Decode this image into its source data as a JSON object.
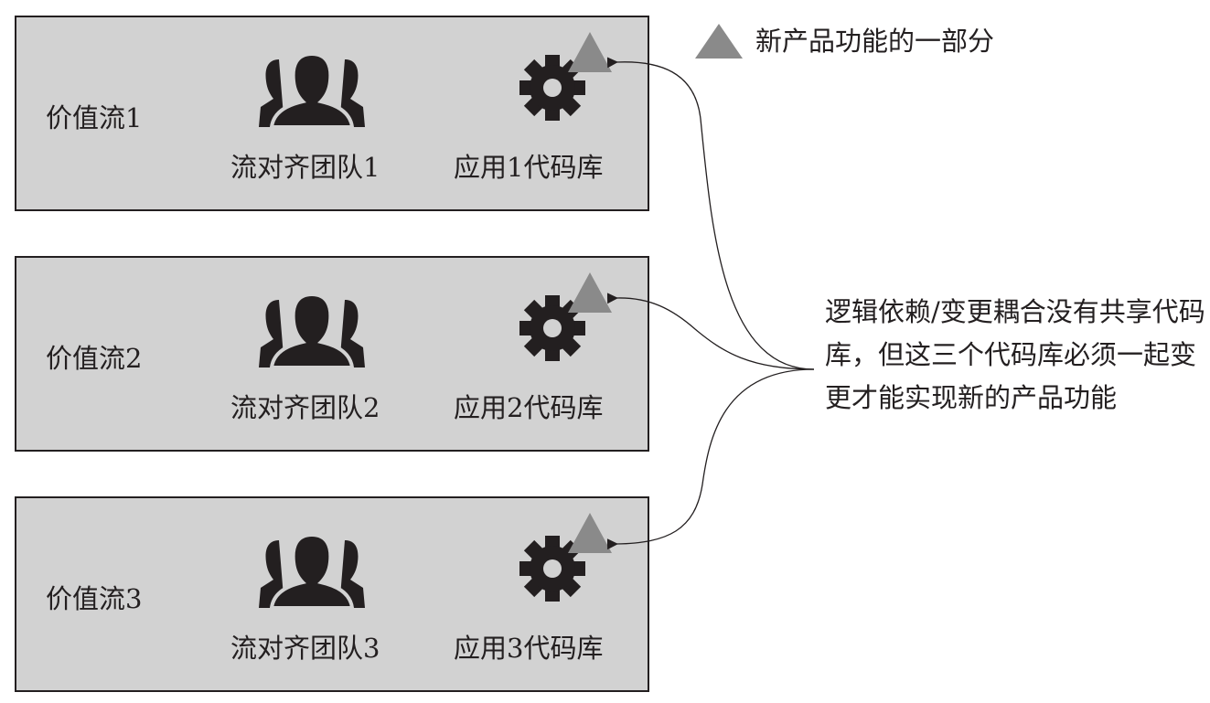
{
  "legend": {
    "icon": "triangle-icon",
    "label": "新产品功能的一部分",
    "marker_color": "#8a8a8a"
  },
  "streams": [
    {
      "label": "价值流1",
      "team": "流对齐团队1",
      "repo": "应用1代码库"
    },
    {
      "label": "价值流2",
      "team": "流对齐团队2",
      "repo": "应用2代码库"
    },
    {
      "label": "价值流3",
      "team": "流对齐团队3",
      "repo": "应用3代码库"
    }
  ],
  "note": {
    "text": "逻辑依赖/变更耦合没有共享代码库，但这三个代码库必须一起变更才能实现新的产品功能"
  },
  "colors": {
    "panel_fill": "#d2d2d2",
    "border": "#231f20",
    "icon": "#231f20",
    "marker": "#8a8a8a"
  },
  "icons": {
    "team": "users-icon",
    "codebase": "gear-icon",
    "feature": "triangle-icon"
  }
}
